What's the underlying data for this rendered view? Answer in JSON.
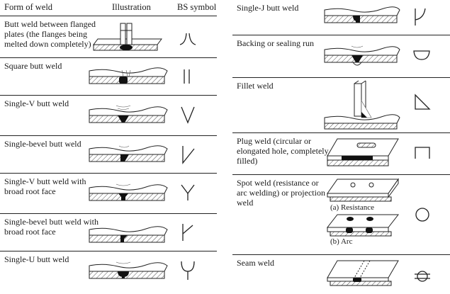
{
  "header": {
    "form": "Form of weld",
    "illustration": "Illustration",
    "symbol": "BS symbol"
  },
  "left_rows": [
    {
      "lines": [
        "Butt weld between flanged",
        "plates (the flanges being",
        "melted down completely)"
      ]
    },
    {
      "lines": [
        "Square butt weld"
      ]
    },
    {
      "lines": [
        "Single-V butt weld"
      ]
    },
    {
      "lines": [
        "Single-bevel butt weld"
      ]
    },
    {
      "lines": [
        "Single-V butt weld with",
        "broad root face"
      ]
    },
    {
      "lines": [
        "Single-bevel butt weld with",
        "broad root face"
      ]
    },
    {
      "lines": [
        "Single-U butt weld"
      ]
    }
  ],
  "right_rows": [
    {
      "lines": [
        "Single-J butt weld"
      ]
    },
    {
      "lines": [
        "Backing or sealing run"
      ]
    },
    {
      "lines": [
        "Fillet weld"
      ]
    },
    {
      "lines": [
        "Plug weld (circular or",
        "elongated hole, completely",
        "filled)"
      ]
    },
    {
      "lines": [
        "Spot weld (resistance or",
        "arc welding) or projection",
        "weld"
      ]
    },
    {
      "lines": [
        "Seam weld"
      ]
    }
  ],
  "spot_labels": {
    "resistance": "(a) Resistance",
    "arc": "(b) Arc"
  }
}
